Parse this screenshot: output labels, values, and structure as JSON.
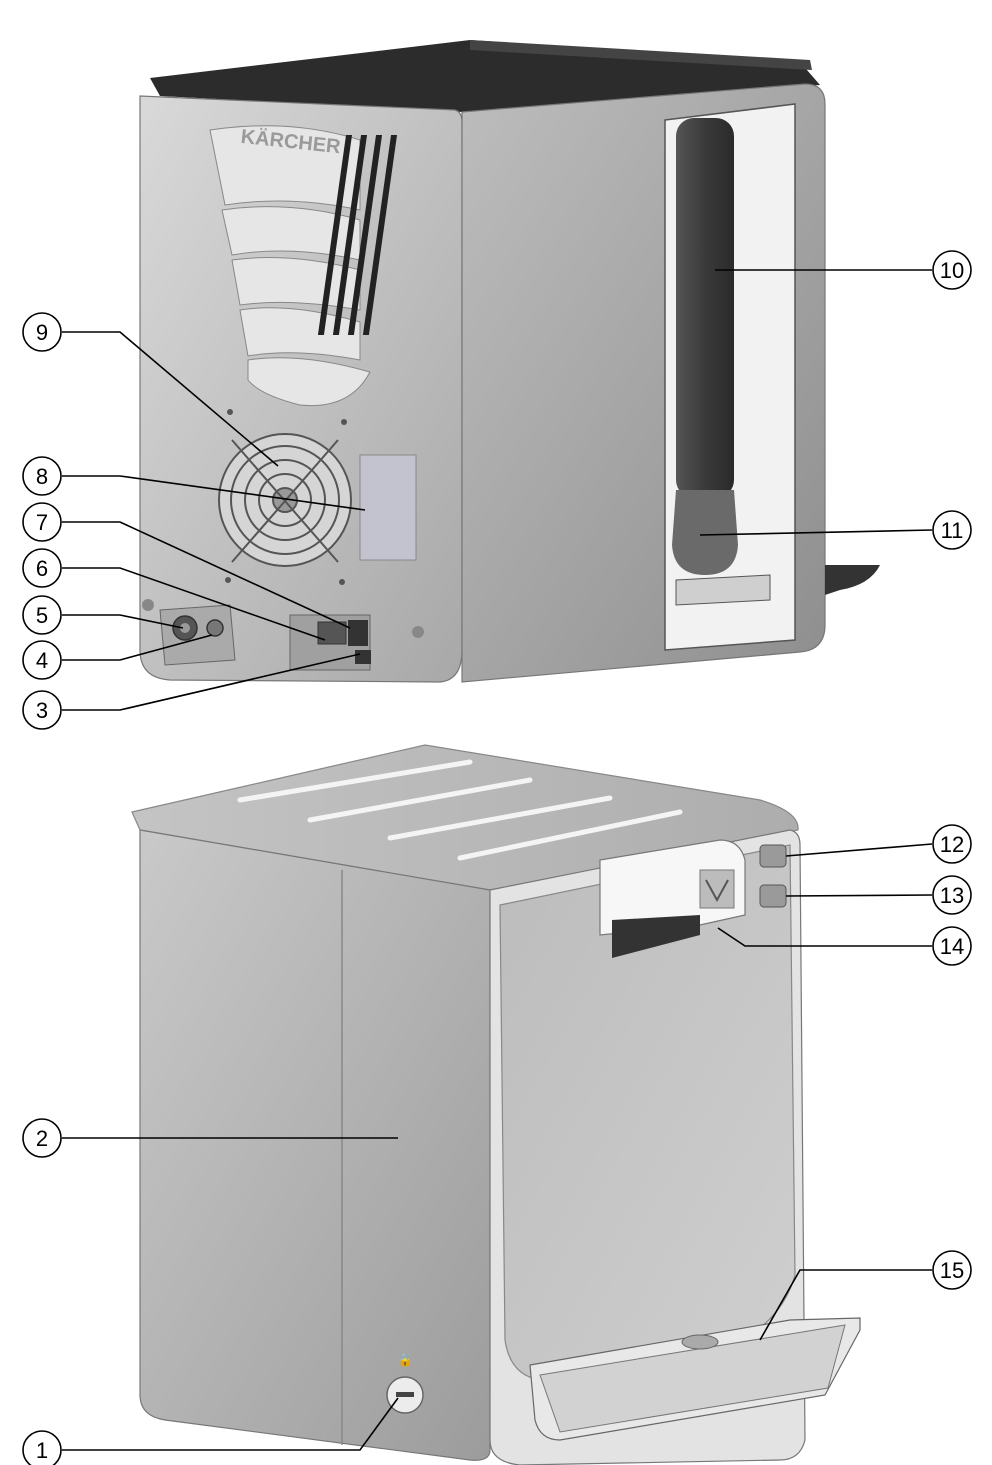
{
  "brand_mark": "KÄRCHER",
  "callouts": [
    {
      "id": "1",
      "label": "1"
    },
    {
      "id": "2",
      "label": "2"
    },
    {
      "id": "3",
      "label": "3"
    },
    {
      "id": "4",
      "label": "4"
    },
    {
      "id": "5",
      "label": "5"
    },
    {
      "id": "6",
      "label": "6"
    },
    {
      "id": "7",
      "label": "7"
    },
    {
      "id": "8",
      "label": "8"
    },
    {
      "id": "9",
      "label": "9"
    },
    {
      "id": "10",
      "label": "10"
    },
    {
      "id": "11",
      "label": "11"
    },
    {
      "id": "12",
      "label": "12"
    },
    {
      "id": "13",
      "label": "13"
    },
    {
      "id": "14",
      "label": "14"
    },
    {
      "id": "15",
      "label": "15"
    }
  ]
}
